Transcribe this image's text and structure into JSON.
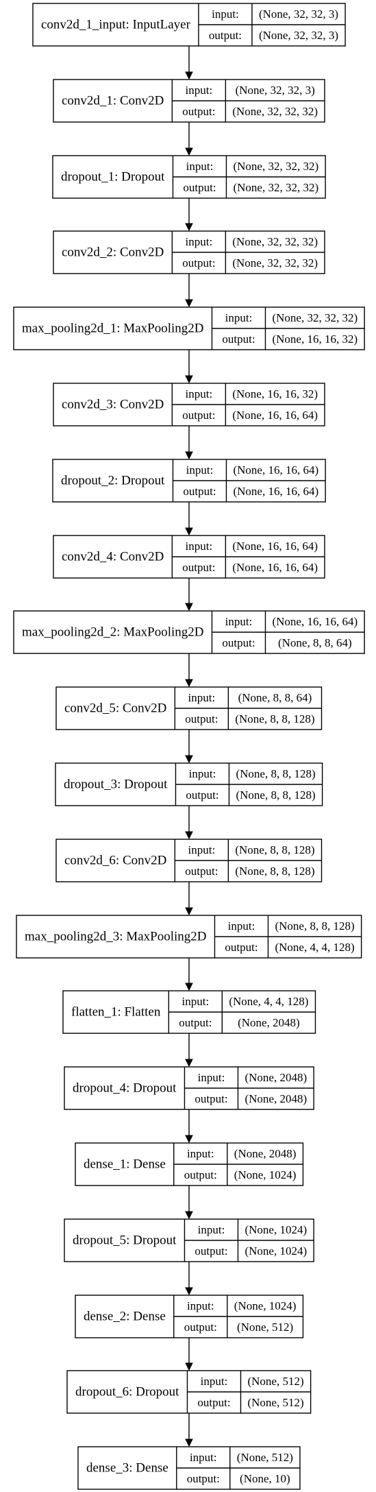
{
  "nodes": [
    {
      "name": "conv2d_1_input: InputLayer",
      "input_label": "input:",
      "input_value": "(None, 32, 32, 3)",
      "output_label": "output:",
      "output_value": "(None, 32, 32, 3)"
    },
    {
      "name": "conv2d_1: Conv2D",
      "input_label": "input:",
      "input_value": "(None, 32, 32, 3)",
      "output_label": "output:",
      "output_value": "(None, 32, 32, 32)"
    },
    {
      "name": "dropout_1: Dropout",
      "input_label": "input:",
      "input_value": "(None, 32, 32, 32)",
      "output_label": "output:",
      "output_value": "(None, 32, 32, 32)"
    },
    {
      "name": "conv2d_2: Conv2D",
      "input_label": "input:",
      "input_value": "(None, 32, 32, 32)",
      "output_label": "output:",
      "output_value": "(None, 32, 32, 32)"
    },
    {
      "name": "max_pooling2d_1: MaxPooling2D",
      "input_label": "input:",
      "input_value": "(None, 32, 32, 32)",
      "output_label": "output:",
      "output_value": "(None, 16, 16, 32)"
    },
    {
      "name": "conv2d_3: Conv2D",
      "input_label": "input:",
      "input_value": "(None, 16, 16, 32)",
      "output_label": "output:",
      "output_value": "(None, 16, 16, 64)"
    },
    {
      "name": "dropout_2: Dropout",
      "input_label": "input:",
      "input_value": "(None, 16, 16, 64)",
      "output_label": "output:",
      "output_value": "(None, 16, 16, 64)"
    },
    {
      "name": "conv2d_4: Conv2D",
      "input_label": "input:",
      "input_value": "(None, 16, 16, 64)",
      "output_label": "output:",
      "output_value": "(None, 16, 16, 64)"
    },
    {
      "name": "max_pooling2d_2: MaxPooling2D",
      "input_label": "input:",
      "input_value": "(None, 16, 16, 64)",
      "output_label": "output:",
      "output_value": "(None, 8, 8, 64)"
    },
    {
      "name": "conv2d_5: Conv2D",
      "input_label": "input:",
      "input_value": "(None, 8, 8, 64)",
      "output_label": "output:",
      "output_value": "(None, 8, 8, 128)"
    },
    {
      "name": "dropout_3: Dropout",
      "input_label": "input:",
      "input_value": "(None, 8, 8, 128)",
      "output_label": "output:",
      "output_value": "(None, 8, 8, 128)"
    },
    {
      "name": "conv2d_6: Conv2D",
      "input_label": "input:",
      "input_value": "(None, 8, 8, 128)",
      "output_label": "output:",
      "output_value": "(None, 8, 8, 128)"
    },
    {
      "name": "max_pooling2d_3: MaxPooling2D",
      "input_label": "input:",
      "input_value": "(None, 8, 8, 128)",
      "output_label": "output:",
      "output_value": "(None, 4, 4, 128)"
    },
    {
      "name": "flatten_1: Flatten",
      "input_label": "input:",
      "input_value": "(None, 4, 4, 128)",
      "output_label": "output:",
      "output_value": "(None, 2048)"
    },
    {
      "name": "dropout_4: Dropout",
      "input_label": "input:",
      "input_value": "(None, 2048)",
      "output_label": "output:",
      "output_value": "(None, 2048)"
    },
    {
      "name": "dense_1: Dense",
      "input_label": "input:",
      "input_value": "(None, 2048)",
      "output_label": "output:",
      "output_value": "(None, 1024)"
    },
    {
      "name": "dropout_5: Dropout",
      "input_label": "input:",
      "input_value": "(None, 1024)",
      "output_label": "output:",
      "output_value": "(None, 1024)"
    },
    {
      "name": "dense_2: Dense",
      "input_label": "input:",
      "input_value": "(None, 1024)",
      "output_label": "output:",
      "output_value": "(None, 512)"
    },
    {
      "name": "dropout_6: Dropout",
      "input_label": "input:",
      "input_value": "(None, 512)",
      "output_label": "output:",
      "output_value": "(None, 512)"
    },
    {
      "name": "dense_3: Dense",
      "input_label": "input:",
      "input_value": "(None, 512)",
      "output_label": "output:",
      "output_value": "(None, 10)"
    }
  ]
}
